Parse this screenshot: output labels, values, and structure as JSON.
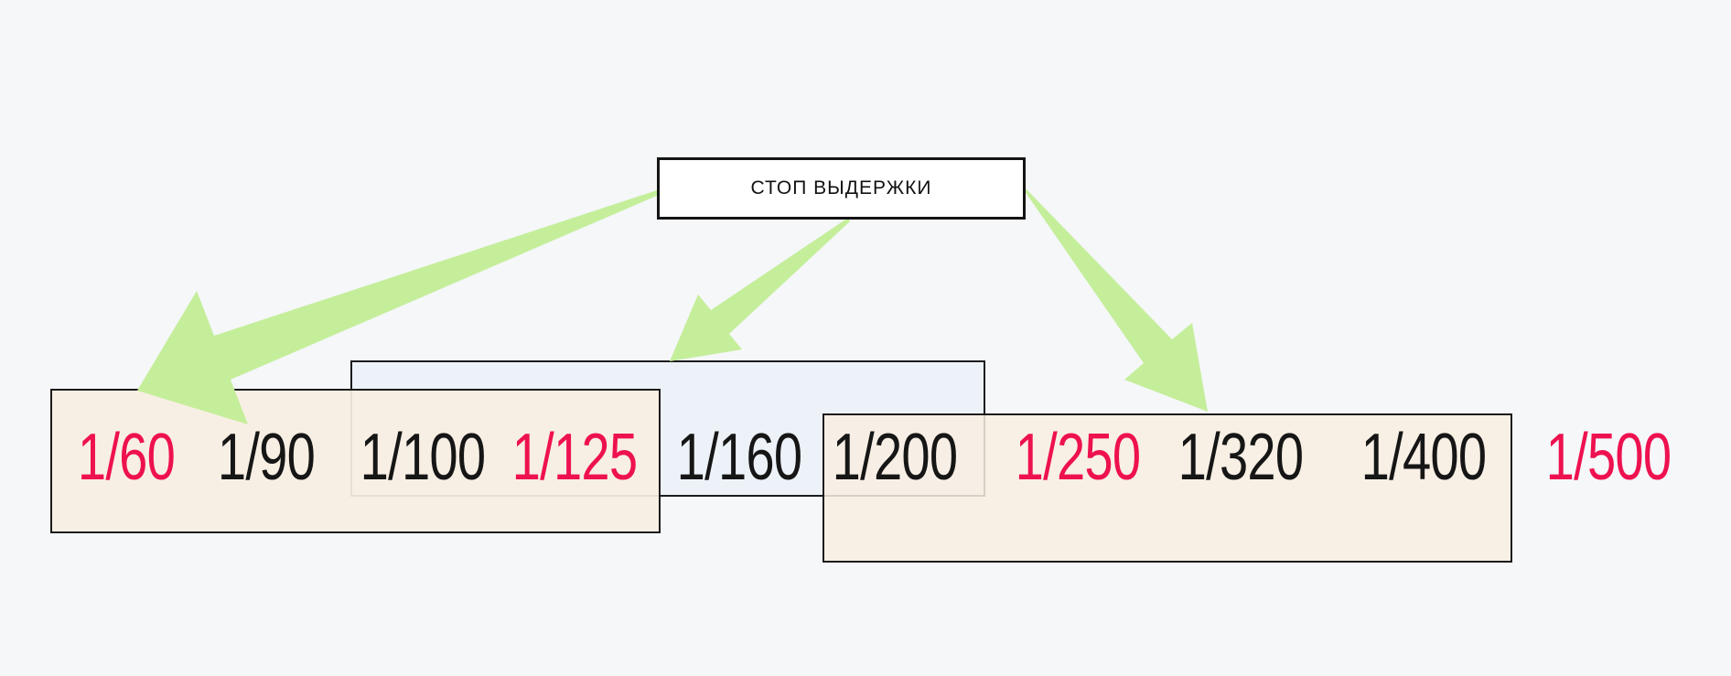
{
  "title_box": {
    "label": "СТОП ВЫДЕРЖКИ"
  },
  "colors": {
    "background": "#f5f7f9",
    "emphasis_red": "#ee1150",
    "regular_black": "#161616",
    "arrow_green": "#c5ee9b",
    "beige_fill": "rgba(247,238,226,0.93)",
    "beige_fill_right": "rgba(248,238,226,0.85)",
    "blue_fill": "#edf2f9",
    "border_dark": "#1b1b1b",
    "title_fill": "#ffffff"
  },
  "stops": [
    {
      "label": "1/60",
      "emphasis": true
    },
    {
      "label": "1/90",
      "emphasis": false
    },
    {
      "label": "1/100",
      "emphasis": false
    },
    {
      "label": "1/125",
      "emphasis": true
    },
    {
      "label": "1/160",
      "emphasis": false
    },
    {
      "label": "1/200",
      "emphasis": false
    },
    {
      "label": "1/250",
      "emphasis": true
    },
    {
      "label": "1/320",
      "emphasis": false
    },
    {
      "label": "1/400",
      "emphasis": false
    },
    {
      "label": "1/500",
      "emphasis": true
    }
  ],
  "groups": [
    {
      "name": "range-box-left",
      "members": [
        "1/60",
        "1/90",
        "1/100",
        "1/125"
      ]
    },
    {
      "name": "range-box-blue",
      "members": [
        "1/100",
        "1/125",
        "1/160",
        "1/200"
      ]
    },
    {
      "name": "range-box-right",
      "members": [
        "1/200",
        "1/250",
        "1/320",
        "1/400"
      ]
    }
  ]
}
